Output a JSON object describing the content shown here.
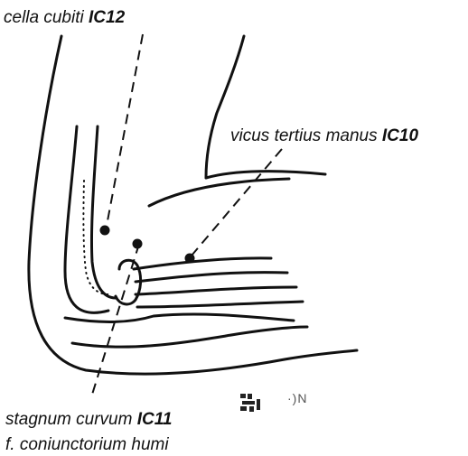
{
  "labels": {
    "cella_cubiti": {
      "name": "cella cubiti",
      "code": "IC12"
    },
    "vicus_tertius_manus": {
      "name": "vicus tertius manus",
      "code": "IC10"
    },
    "stagnum_curvum": {
      "name": "stagnum curvum",
      "code": "IC11"
    },
    "subtitle": "f. coniunctorium humi"
  },
  "scan_artifact_text": "·)N",
  "colors": {
    "ink": "#111111",
    "background": "#ffffff"
  }
}
